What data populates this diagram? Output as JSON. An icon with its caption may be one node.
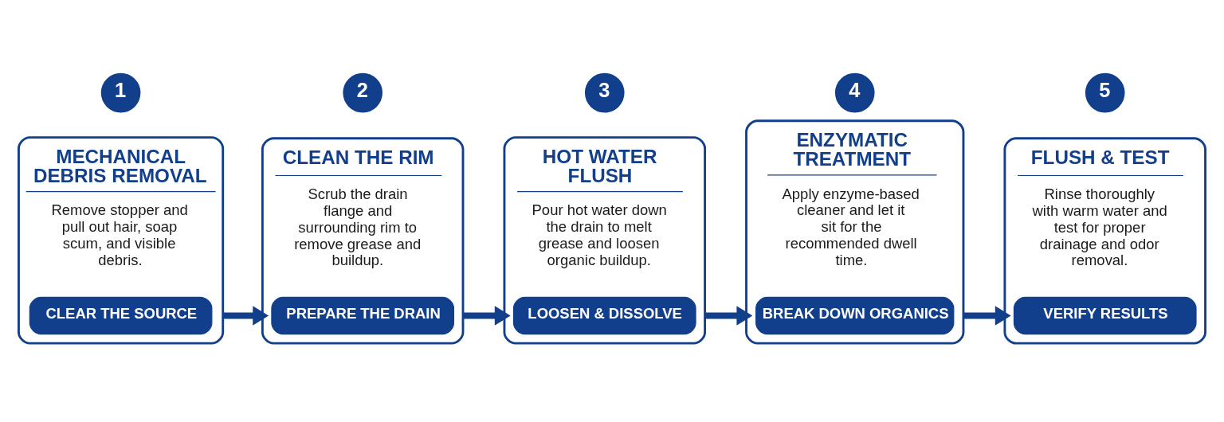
{
  "diagram": {
    "nodes": [
      {
        "text": [
          "1"
        ]
      },
      {
        "text": [
          "MECHANICAL DEBRIS REMOVAL",
          "Remove stopper and pull out hair, soap scum, and visible debris."
        ]
      },
      {
        "text": [
          "CLEAR THE SOURCE"
        ],
        "in": 1
      },
      {
        "text": [
          "2"
        ]
      },
      {
        "text": [
          "CLEAN THE RIM",
          "Scrub the drain flange and surrounding rim to remove grease and buildup."
        ]
      },
      {
        "text": [
          "PREPARE THE DRAIN"
        ],
        "in": 4
      },
      {
        "text": [
          "3"
        ]
      },
      {
        "text": [
          "HOT WATER FLUSH",
          "Pour hot water down the drain to melt grease and loosen organic buildup."
        ]
      },
      {
        "text": [
          "LOOSEN & DISSOLVE"
        ],
        "in": 7
      },
      {
        "text": [
          "4"
        ]
      },
      {
        "text": [
          "ENZYMATIC TREATMENT",
          "Apply enzyme-based cleaner and let it sit for the recommended dwell time."
        ]
      },
      {
        "text": [
          "BREAK DOWN ORGANICS"
        ],
        "in": 10
      },
      {
        "text": [
          "5"
        ]
      },
      {
        "text": [
          "FLUSH & TEST",
          "Rinse thoroughly with warm water and test for proper drainage and odor removal."
        ]
      },
      {
        "text": [
          "VERIFY RESULTS"
        ],
        "in": 13
      }
    ],
    "edges": [
      {
        "from": 1,
        "to": 4,
        "arrow": "to"
      },
      {
        "from": 4,
        "to": 7,
        "arrow": "to"
      },
      {
        "from": 7,
        "to": 10,
        "arrow": "to"
      },
      {
        "from": 10,
        "to": 13,
        "arrow": "to"
      }
    ]
  }
}
